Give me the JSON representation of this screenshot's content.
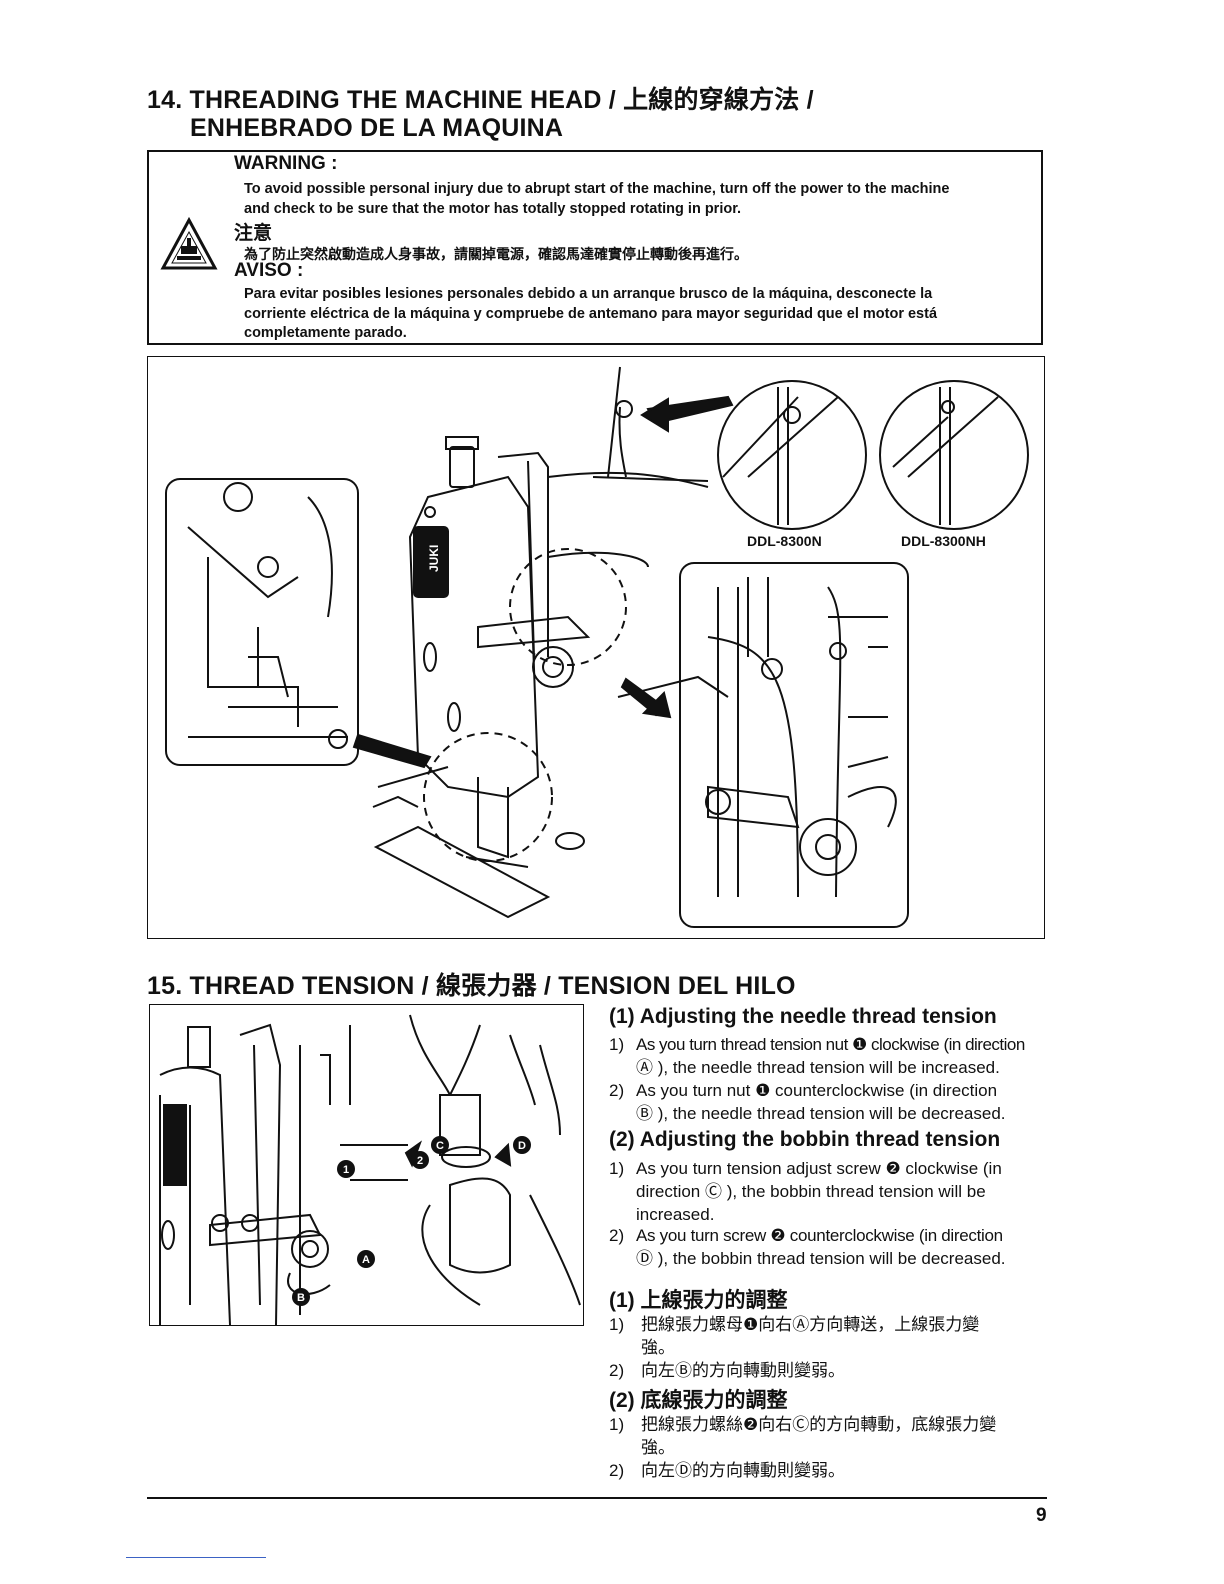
{
  "section14": {
    "title_line1": "14. THREADING THE MACHINE HEAD / 上線的穿線方法 /",
    "title_line2": "ENHEBRADO DE LA MAQUINA"
  },
  "warning": {
    "heading_en": "WARNING :",
    "body_en_1": "To avoid possible personal injury due to abrupt start of the machine, turn off the power to the machine",
    "body_en_2": "and check to be sure that the motor has totally stopped rotating in prior.",
    "heading_zh": "注意",
    "body_zh": "為了防止突然啟動造成人身事故，請關掉電源，確認馬達確實停止轉動後再進行。",
    "heading_es": "AVISO :",
    "body_es_1": "Para evitar posibles lesiones personales debido a un arranque brusco de la máquina, desconecte la",
    "body_es_2": "corriente eléctrica de la máquina y compruebe de antemano para mayor seguridad que el motor está",
    "body_es_3": "completamente parado.",
    "icon": "hazard-triangle-icon"
  },
  "figure14": {
    "model_a": "DDL-8300N",
    "model_b": "DDL-8300NH",
    "brand": "JUKI"
  },
  "section15": {
    "title": "15. THREAD TENSION / 線張力器 / TENSION DEL HILO",
    "sub1": "(1) Adjusting the needle thread tension",
    "sub1_item1_num": "1)",
    "sub1_item1_a": "As you turn thread tension nut ❶ clockwise (in direction",
    "sub1_item1_b": "Ⓐ ), the needle thread tension will be increased.",
    "sub1_item2_num": "2)",
    "sub1_item2_a": "As you turn nut ❶ counterclockwise (in direction",
    "sub1_item2_b": "Ⓑ ), the needle thread tension will be decreased.",
    "sub2": "(2) Adjusting the bobbin thread tension",
    "sub2_item1_num": "1)",
    "sub2_item1_a": "As you turn tension adjust screw ❷ clockwise (in",
    "sub2_item1_b": "direction Ⓒ ), the bobbin thread tension will be",
    "sub2_item1_c": "increased.",
    "sub2_item2_num": "2)",
    "sub2_item2_a": "As you turn screw ❷ counterclockwise (in direction",
    "sub2_item2_b": "Ⓓ ), the bobbin thread tension will be decreased.",
    "zh_sub1": "(1) 上線張力的調整",
    "zh1_item1_num": "1)",
    "zh1_item1_a": "把線張力螺母❶向右Ⓐ方向轉送，上線張力變",
    "zh1_item1_b": "強。",
    "zh1_item2_num": "2)",
    "zh1_item2_a": "向左Ⓑ的方向轉動則變弱。",
    "zh_sub2": "(2) 底線張力的調整",
    "zh2_item1_num": "1)",
    "zh2_item1_a": "把線張力螺絲❷向右Ⓒ的方向轉動，底線張力變",
    "zh2_item1_b": "強。",
    "zh2_item2_num": "2)",
    "zh2_item2_a": "向左Ⓓ的方向轉動則變弱。"
  },
  "figure15": {
    "callout_1": "1",
    "callout_2": "2",
    "callout_a": "A",
    "callout_b": "B",
    "callout_c": "C",
    "callout_d": "D"
  },
  "page_number": "9"
}
